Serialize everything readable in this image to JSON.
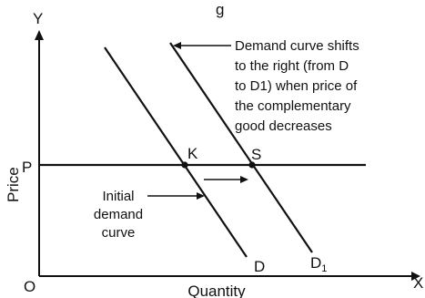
{
  "diagram": {
    "top_fragment": "g",
    "axes": {
      "y_letter": "Y",
      "x_letter": "X",
      "origin": "O",
      "price_label": "Price",
      "quantity_label": "Quantity",
      "price_tick": "P"
    },
    "points": {
      "k": "K",
      "s": "S"
    },
    "curves": {
      "initial_end_label": "D",
      "shifted_end_label_main": "D",
      "shifted_end_label_sub": "1"
    },
    "annotations": {
      "shift_note": [
        "Demand curve shifts",
        "to the right (from D",
        "to D1) when price of",
        "the complementary",
        "good decreases"
      ],
      "initial_note": [
        "Initial",
        "demand",
        "curve"
      ]
    },
    "colors": {
      "ink": "#111111",
      "background": "#ffffff"
    }
  }
}
